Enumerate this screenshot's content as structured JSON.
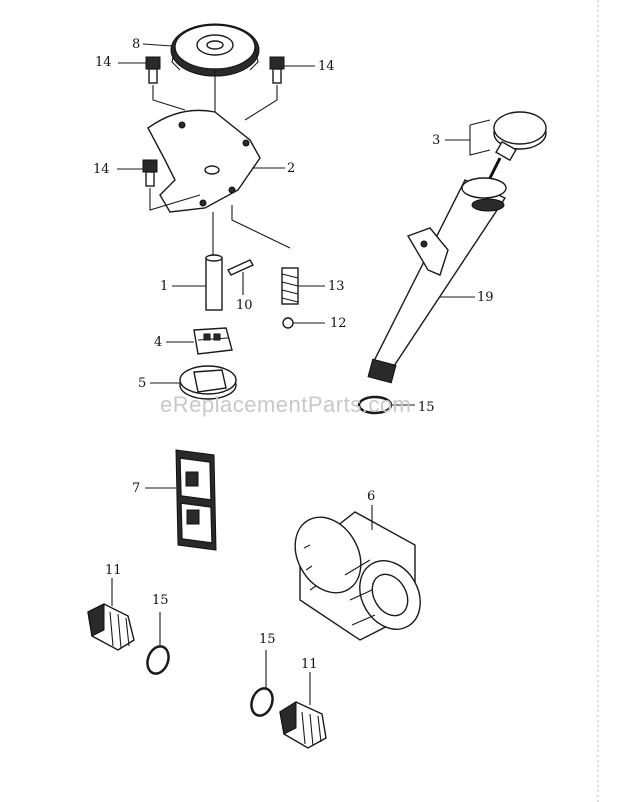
{
  "watermark": "eReplacementParts.com",
  "callouts": {
    "c8": "8",
    "c14a": "14",
    "c14b": "14",
    "c14c": "14",
    "c2": "2",
    "c3": "3",
    "c1": "1",
    "c10": "10",
    "c13": "13",
    "c12": "12",
    "c19": "19",
    "c4": "4",
    "c5": "5",
    "c15a": "15",
    "c7": "7",
    "c6": "6",
    "c11a": "11",
    "c15b": "15",
    "c15c": "15",
    "c11b": "11"
  }
}
